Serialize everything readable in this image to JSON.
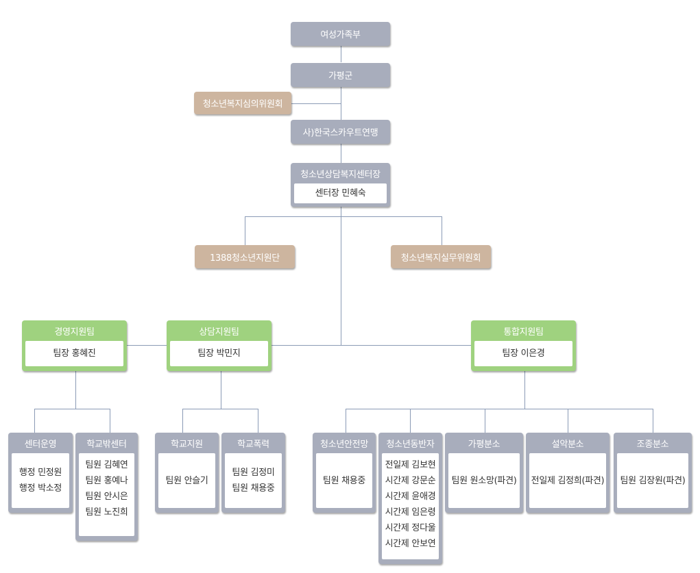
{
  "colors": {
    "gray": "#a8adbc",
    "tan": "#cdb59f",
    "green": "#9fd27f",
    "line": "#8a9ab5"
  },
  "top": {
    "ministry": "여성가족부",
    "county": "가평군",
    "committee": "청소년복지심의위원회",
    "federation": "사)한국스카우트연맹",
    "center_title": "청소년상담복지센터장",
    "center_head": "센터장 민혜숙",
    "support_group": "1388청소년지원단",
    "practice_committee": "청소년복지실무위원회"
  },
  "teams": {
    "management": {
      "title": "경영지원팀",
      "leader": "팀장 홍혜진"
    },
    "counseling": {
      "title": "상담지원팀",
      "leader": "팀장  박민지"
    },
    "integrated": {
      "title": "통합지원팀",
      "leader": "팀장  이은경"
    }
  },
  "units": {
    "center_ops": {
      "title": "센터운영",
      "members": [
        "행정 민정원",
        "행정 박소정"
      ]
    },
    "school_out": {
      "title": "학교밖센터",
      "members": [
        "팀원 김혜연",
        "팀원 홍예나",
        "팀원 안시은",
        "팀원 노진희"
      ]
    },
    "school_support": {
      "title": "학교지원",
      "members": [
        "팀원 안슬기"
      ]
    },
    "school_violence": {
      "title": "학교폭력",
      "members": [
        "팀원 김정미",
        "팀원 채용중"
      ]
    },
    "safety_net": {
      "title": "청소년안전망",
      "members": [
        "팀원 채용중"
      ]
    },
    "companion": {
      "title": "청소년동반자",
      "members": [
        "전일제 김보현",
        "시간제 강문순",
        "시간제 윤애경",
        "시간제 임은령",
        "시간제 정다울",
        "시간제 안보연"
      ]
    },
    "gapyeong": {
      "title": "가평분소",
      "members": [
        "팀원 원소망(파견)"
      ]
    },
    "seorak": {
      "title": "설악분소",
      "members": [
        "전일제 김정희(파견)"
      ]
    },
    "jojong": {
      "title": "조종분소",
      "members": [
        "팀원 김장원(파견)"
      ]
    }
  }
}
